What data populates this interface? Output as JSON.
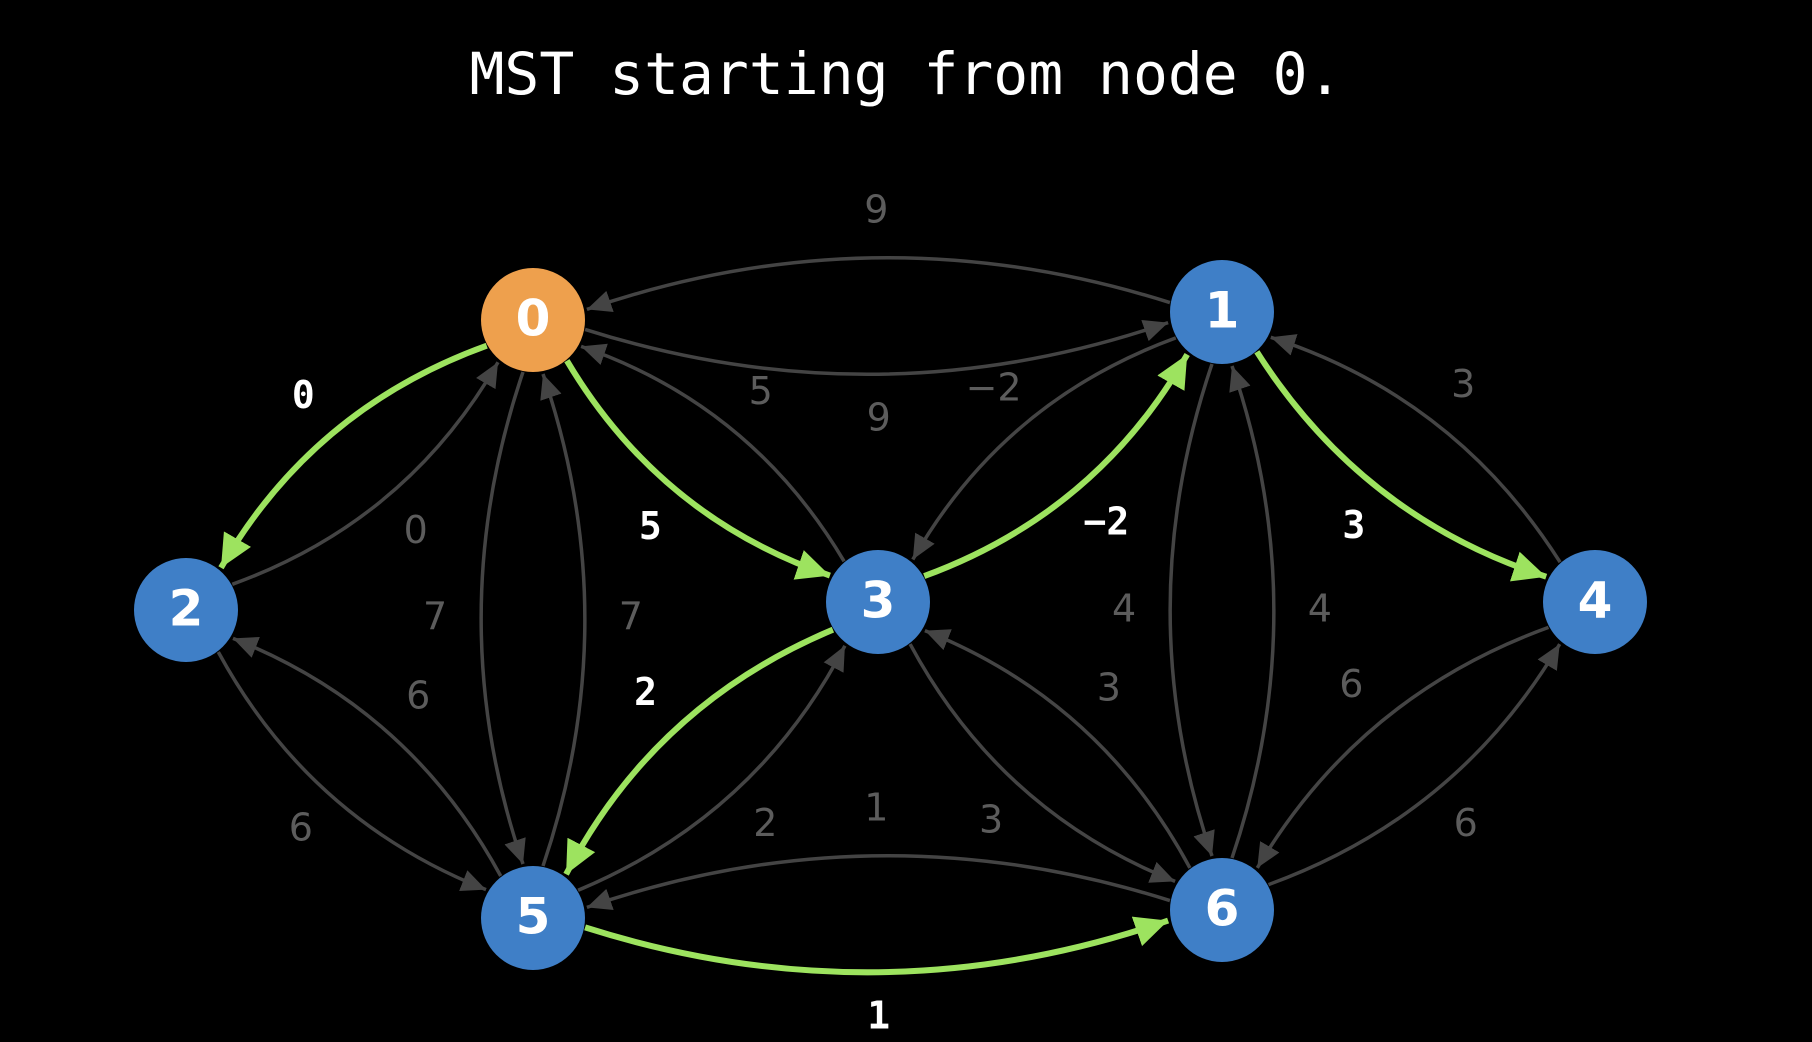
{
  "title": "MST starting from node 0.",
  "colors": {
    "background": "#000000",
    "start_node": "#eea04d",
    "node": "#3f7fc7",
    "mst_edge": "#9de35f",
    "edge": "#444444",
    "edge_label": "#5c5c5c",
    "mst_label": "#ffffff"
  },
  "start_node": 0,
  "nodes": [
    {
      "id": 0,
      "label": "0"
    },
    {
      "id": 1,
      "label": "1"
    },
    {
      "id": 2,
      "label": "2"
    },
    {
      "id": 3,
      "label": "3"
    },
    {
      "id": 4,
      "label": "4"
    },
    {
      "id": 5,
      "label": "5"
    },
    {
      "id": 6,
      "label": "6"
    }
  ],
  "edges": [
    {
      "from": 0,
      "to": 1,
      "weight": "9",
      "mst": false
    },
    {
      "from": 1,
      "to": 0,
      "weight": "9",
      "mst": false
    },
    {
      "from": 2,
      "to": 0,
      "weight": "0",
      "mst": false
    },
    {
      "from": 0,
      "to": 2,
      "weight": "0",
      "mst": true
    },
    {
      "from": 0,
      "to": 3,
      "weight": "5",
      "mst": true
    },
    {
      "from": 3,
      "to": 0,
      "weight": "5",
      "mst": false
    },
    {
      "from": 0,
      "to": 5,
      "weight": "7",
      "mst": false
    },
    {
      "from": 5,
      "to": 0,
      "weight": "7",
      "mst": false
    },
    {
      "from": 3,
      "to": 1,
      "weight": "−2",
      "mst": true
    },
    {
      "from": 1,
      "to": 3,
      "weight": "−2",
      "mst": false
    },
    {
      "from": 1,
      "to": 4,
      "weight": "3",
      "mst": true
    },
    {
      "from": 4,
      "to": 1,
      "weight": "3",
      "mst": false
    },
    {
      "from": 1,
      "to": 6,
      "weight": "4",
      "mst": false
    },
    {
      "from": 6,
      "to": 1,
      "weight": "4",
      "mst": false
    },
    {
      "from": 2,
      "to": 5,
      "weight": "6",
      "mst": false
    },
    {
      "from": 5,
      "to": 2,
      "weight": "6",
      "mst": false
    },
    {
      "from": 5,
      "to": 3,
      "weight": "2",
      "mst": false
    },
    {
      "from": 3,
      "to": 5,
      "weight": "2",
      "mst": true
    },
    {
      "from": 3,
      "to": 6,
      "weight": "3",
      "mst": false
    },
    {
      "from": 6,
      "to": 3,
      "weight": "3",
      "mst": false
    },
    {
      "from": 5,
      "to": 6,
      "weight": "1",
      "mst": true
    },
    {
      "from": 6,
      "to": 5,
      "weight": "1",
      "mst": false
    },
    {
      "from": 6,
      "to": 4,
      "weight": "6",
      "mst": false
    },
    {
      "from": 4,
      "to": 6,
      "weight": "6",
      "mst": false
    }
  ]
}
